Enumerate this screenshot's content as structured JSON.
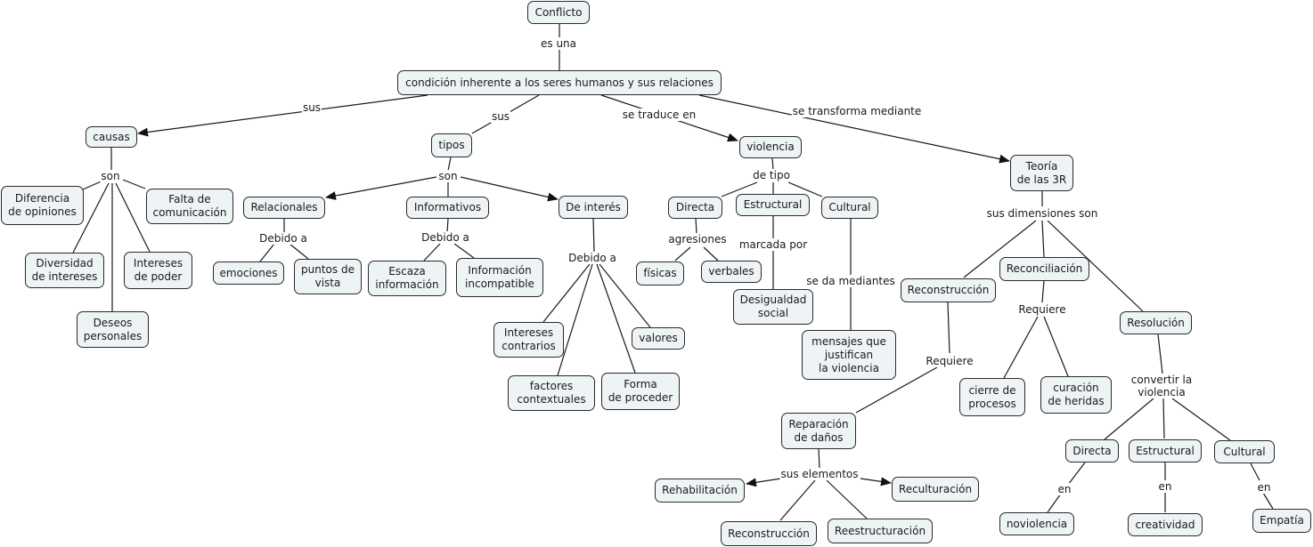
{
  "map_title": "Conflicto",
  "nodes": {
    "conflicto": "Conflicto",
    "condicion": "condición inherente a los seres humanos y sus relaciones",
    "causas": "causas",
    "diferencia": "Diferencia\nde opiniones",
    "falta": "Falta de\ncomunicación",
    "diversidad": "Diversidad\nde intereses",
    "intereses_poder": "Intereses\nde poder",
    "deseos": "Deseos\npersonales",
    "tipos": "tipos",
    "relacionales": "Relacionales",
    "informativos": "Informativos",
    "de_interes": "De interés",
    "emociones": "emociones",
    "puntos": "puntos de\nvista",
    "escaza": "Escaza\ninformación",
    "incompatible": "Información\nincompatible",
    "intereses_contrarios": "Intereses\ncontrarios",
    "valores": "valores",
    "factores": "factores\ncontextuales",
    "forma": "Forma\nde proceder",
    "violencia": "violencia",
    "v_directa": "Directa",
    "v_estructural": "Estructural",
    "v_cultural": "Cultural",
    "fisicas": "físicas",
    "verbales": "verbales",
    "desigualdad": "Desigualdad\nsocial",
    "mensajes": "mensajes que\njustifican\nla violencia",
    "teoria": "Teoría\nde las 3R",
    "reconstruccion": "Reconstrucción",
    "reconciliacion": "Reconciliación",
    "resolucion": "Resolución",
    "cierre": "cierre de\nprocesos",
    "curacion": "curación\nde heridas",
    "reparacion": "Reparación\nde daños",
    "rehabilitacion": "Rehabilitación",
    "reculturacion": "Reculturación",
    "reconstruccion2": "Reconstrucción",
    "reestructuracion": "Reestructuración",
    "r_directa": "Directa",
    "r_estructural": "Estructural",
    "r_cultural": "Cultural",
    "noviolencia": "noviolencia",
    "creatividad": "creatividad",
    "empatia": "Empatía"
  },
  "links": {
    "es_una": "es una",
    "sus_causas": "sus",
    "sus_tipos": "sus",
    "se_traduce": "se traduce en",
    "se_transforma": "se transforma mediante",
    "son_causas": "son",
    "son_tipos": "son",
    "debido_rel": "Debido a",
    "debido_inf": "Debido a",
    "debido_int": "Debido a",
    "de_tipo": "de tipo",
    "agresiones": "agresiones",
    "marcada_por": "marcada por",
    "se_da": "se da mediantes",
    "sus_dimensiones": "sus dimensiones son",
    "requiere_reconst": "Requiere",
    "requiere_reconc": "Requiere",
    "convertir": "convertir la\nviolencia",
    "sus_elementos": "sus elementos",
    "en_directa": "en",
    "en_estructural": "en",
    "en_cultural": "en"
  },
  "colors": {
    "node_fill": "#eef3f5",
    "node_border": "#2a2a2a",
    "line": "#1a1a1a"
  }
}
